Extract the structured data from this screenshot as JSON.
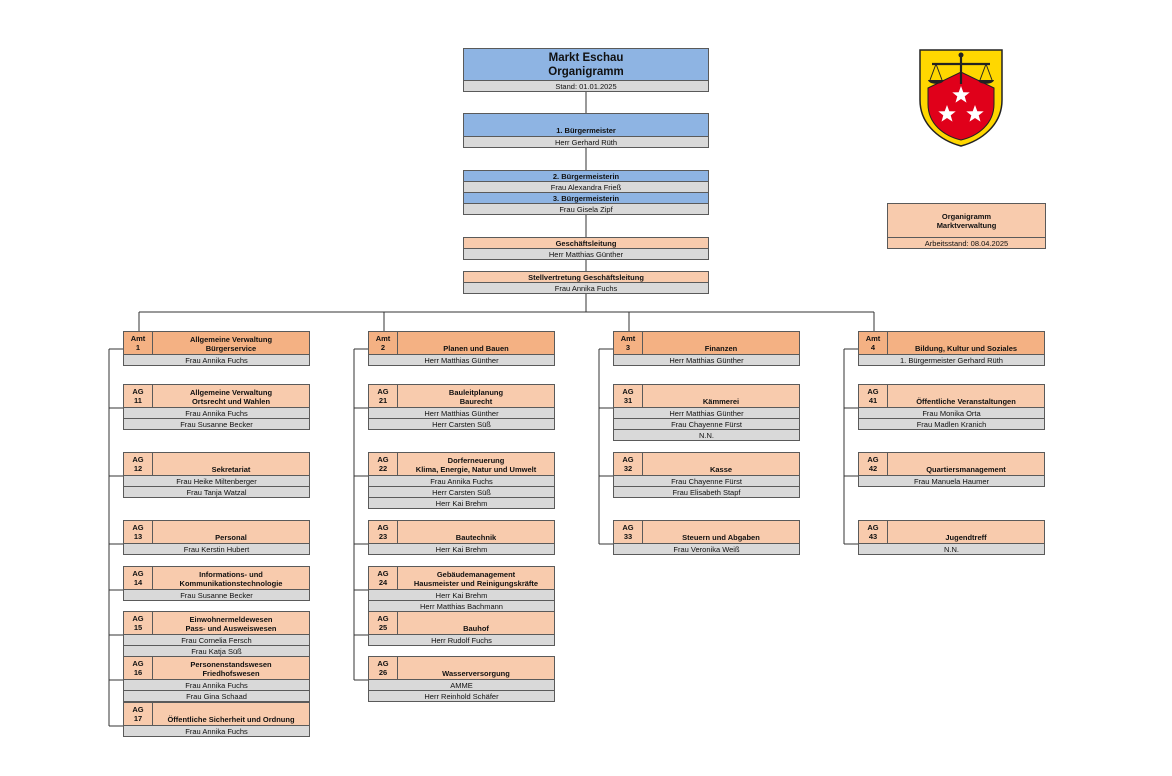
{
  "top": {
    "title1": "Markt Eschau",
    "title2": "Organigramm",
    "stand": "Stand: 01.01.2025",
    "bm1_title": "1. Bürgermeister",
    "bm1_name": "Herr Gerhard Rüth",
    "bm2_title": "2. Bürgermeisterin",
    "bm2_name": "Frau Alexandra Frieß",
    "bm3_title": "3. Bürgermeisterin",
    "bm3_name": "Frau Gisela Zipf",
    "gl_title": "Geschäftsleitung",
    "gl_name": "Herr Matthias Günther",
    "sgl_title": "Stellvertretung Geschäftsleitung",
    "sgl_name": "Frau Annika Fuchs"
  },
  "side": {
    "line1": "Organigramm",
    "line2": "Marktverwaltung",
    "stand": "Arbeitsstand: 08.04.2025"
  },
  "colors": {
    "blue": "#8eb4e3",
    "gray": "#d9d9d9",
    "peach": "#f8cbad",
    "orange": "#f4b183",
    "crest_yellow": "#ffd700",
    "crest_red": "#e0001a"
  },
  "columns": [
    {
      "amt": {
        "code": "Amt",
        "num": "1",
        "title": [
          "Allgemeine Verwaltung",
          "Bürgerservice"
        ],
        "people": [
          "Frau Annika Fuchs"
        ]
      },
      "ags": [
        {
          "code": "AG",
          "num": "11",
          "title": [
            "Allgemeine Verwaltung",
            "Ortsrecht und Wahlen"
          ],
          "people": [
            "Frau Annika Fuchs",
            "Frau Susanne Becker"
          ]
        },
        {
          "code": "AG",
          "num": "12",
          "title": [
            "Sekretariat"
          ],
          "people": [
            "Frau Heike Miltenberger",
            "Frau Tanja Watzal"
          ]
        },
        {
          "code": "AG",
          "num": "13",
          "title": [
            "Personal"
          ],
          "people": [
            "Frau Kerstin Hubert"
          ]
        },
        {
          "code": "AG",
          "num": "14",
          "title": [
            "Informations- und",
            "Kommunikationstechnologie"
          ],
          "people": [
            "Frau Susanne Becker"
          ]
        },
        {
          "code": "AG",
          "num": "15",
          "title": [
            "Einwohnermeldewesen",
            "Pass- und Ausweiswesen"
          ],
          "people": [
            "Frau Cornelia Fersch",
            "Frau Katja Süß"
          ]
        },
        {
          "code": "AG",
          "num": "16",
          "title": [
            "Personenstandswesen",
            "Friedhofswesen"
          ],
          "people": [
            "Frau Annika Fuchs",
            "Frau Gina Schaad"
          ]
        },
        {
          "code": "AG",
          "num": "17",
          "title": [
            "Öffentliche Sicherheit und Ordnung"
          ],
          "people": [
            "Frau Annika Fuchs"
          ]
        }
      ]
    },
    {
      "amt": {
        "code": "Amt",
        "num": "2",
        "title": [
          "Planen und Bauen"
        ],
        "people": [
          "Herr Matthias Günther"
        ]
      },
      "ags": [
        {
          "code": "AG",
          "num": "21",
          "title": [
            "Bauleitplanung",
            "Baurecht"
          ],
          "people": [
            "Herr Matthias Günther",
            "Herr Carsten Süß"
          ]
        },
        {
          "code": "AG",
          "num": "22",
          "title": [
            "Dorferneuerung",
            "Klima, Energie, Natur und Umwelt"
          ],
          "people": [
            "Frau Annika Fuchs",
            "Herr Carsten Süß",
            "Herr Kai Brehm"
          ]
        },
        {
          "code": "AG",
          "num": "23",
          "title": [
            "Bautechnik"
          ],
          "people": [
            "Herr Kai Brehm"
          ]
        },
        {
          "code": "AG",
          "num": "24",
          "title": [
            "Gebäudemanagement",
            "Hausmeister und Reinigungskräfte"
          ],
          "people": [
            "Herr Kai Brehm",
            "Herr Matthias Bachmann"
          ]
        },
        {
          "code": "AG",
          "num": "25",
          "title": [
            "Bauhof"
          ],
          "people": [
            "Herr Rudolf Fuchs"
          ]
        },
        {
          "code": "AG",
          "num": "26",
          "title": [
            "Wasserversorgung"
          ],
          "people": [
            "AMME",
            "Herr Reinhold Schäfer"
          ]
        }
      ]
    },
    {
      "amt": {
        "code": "Amt",
        "num": "3",
        "title": [
          "Finanzen"
        ],
        "people": [
          "Herr Matthias Günther"
        ]
      },
      "ags": [
        {
          "code": "AG",
          "num": "31",
          "title": [
            "Kämmerei"
          ],
          "people": [
            "Herr Matthias Günther",
            "Frau Chayenne Fürst",
            "N.N."
          ]
        },
        {
          "code": "AG",
          "num": "32",
          "title": [
            "Kasse"
          ],
          "people": [
            "Frau Chayenne Fürst",
            "Frau Elisabeth Stapf"
          ]
        },
        {
          "code": "AG",
          "num": "33",
          "title": [
            "Steuern und Abgaben"
          ],
          "people": [
            "Frau Veronika Weiß"
          ]
        }
      ]
    },
    {
      "amt": {
        "code": "Amt",
        "num": "4",
        "title": [
          "Bildung, Kultur und Soziales"
        ],
        "people": [
          "1. Bürgermeister Gerhard Rüth"
        ]
      },
      "ags": [
        {
          "code": "AG",
          "num": "41",
          "title": [
            "Öffentliche Veranstaltungen"
          ],
          "people": [
            "Frau Monika Orta",
            "Frau Madlen Kranich"
          ]
        },
        {
          "code": "AG",
          "num": "42",
          "title": [
            "Quartiersmanagement"
          ],
          "people": [
            "Frau Manuela Haumer"
          ]
        },
        {
          "code": "AG",
          "num": "43",
          "title": [
            "Jugendtreff"
          ],
          "people": [
            "N.N."
          ]
        }
      ]
    }
  ]
}
